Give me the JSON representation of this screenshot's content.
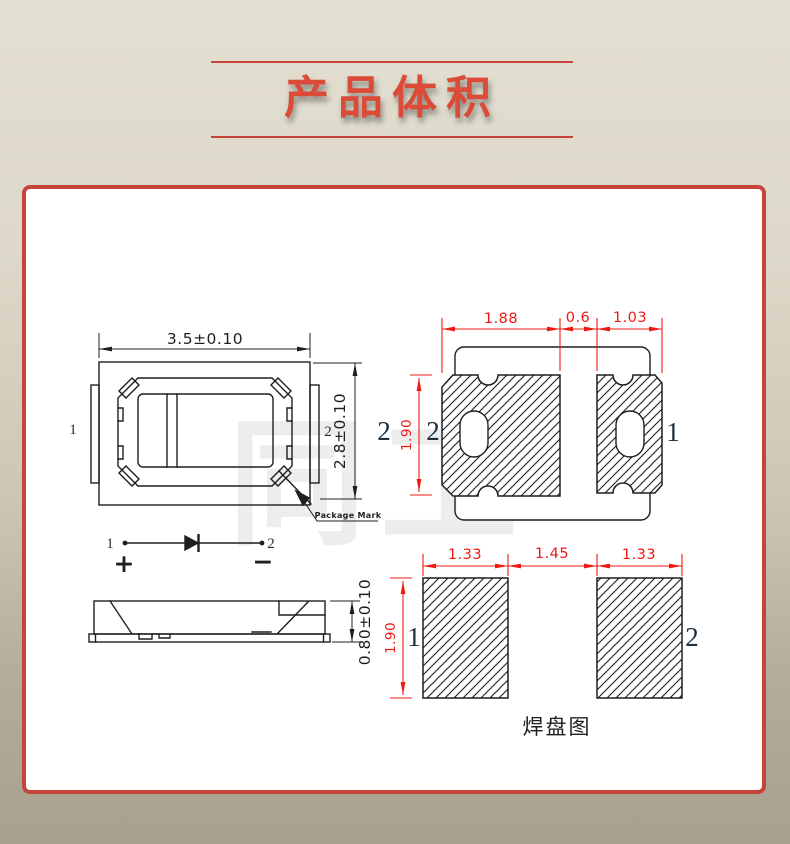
{
  "header": {
    "title": "产品体积"
  },
  "watermark": {
    "text": "同工"
  },
  "colors": {
    "title_red": "#db4b38",
    "panel_border_red": "#c5443b",
    "dimension_red": "#ef1812",
    "drawing_black": "#1f1f1f"
  },
  "top_view": {
    "pin_left": "1",
    "pin_right": "2",
    "dim_width": "3.5±0.10",
    "dim_height": "2.8±0.10",
    "package_mark_label": "Package Mark"
  },
  "pad_layout": {
    "pin_left_outer": "2",
    "pin_left_inner": "2",
    "pin_right": "1",
    "dim_pad_left_width": "1.88",
    "dim_gap": "0.6",
    "dim_pad_right_width": "1.03",
    "dim_height": "1.90"
  },
  "schematic": {
    "pin_anode": "1",
    "pin_cathode": "2",
    "anode_sign": "+",
    "cathode_sign": "−"
  },
  "side_view": {
    "dim_height": "0.80±0.10"
  },
  "pad_diagram": {
    "dim_pad_left_width": "1.33",
    "dim_gap": "1.45",
    "dim_pad_right_width": "1.33",
    "dim_height": "1.90",
    "pin_left": "1",
    "pin_right": "2",
    "caption": "焊盘图"
  }
}
